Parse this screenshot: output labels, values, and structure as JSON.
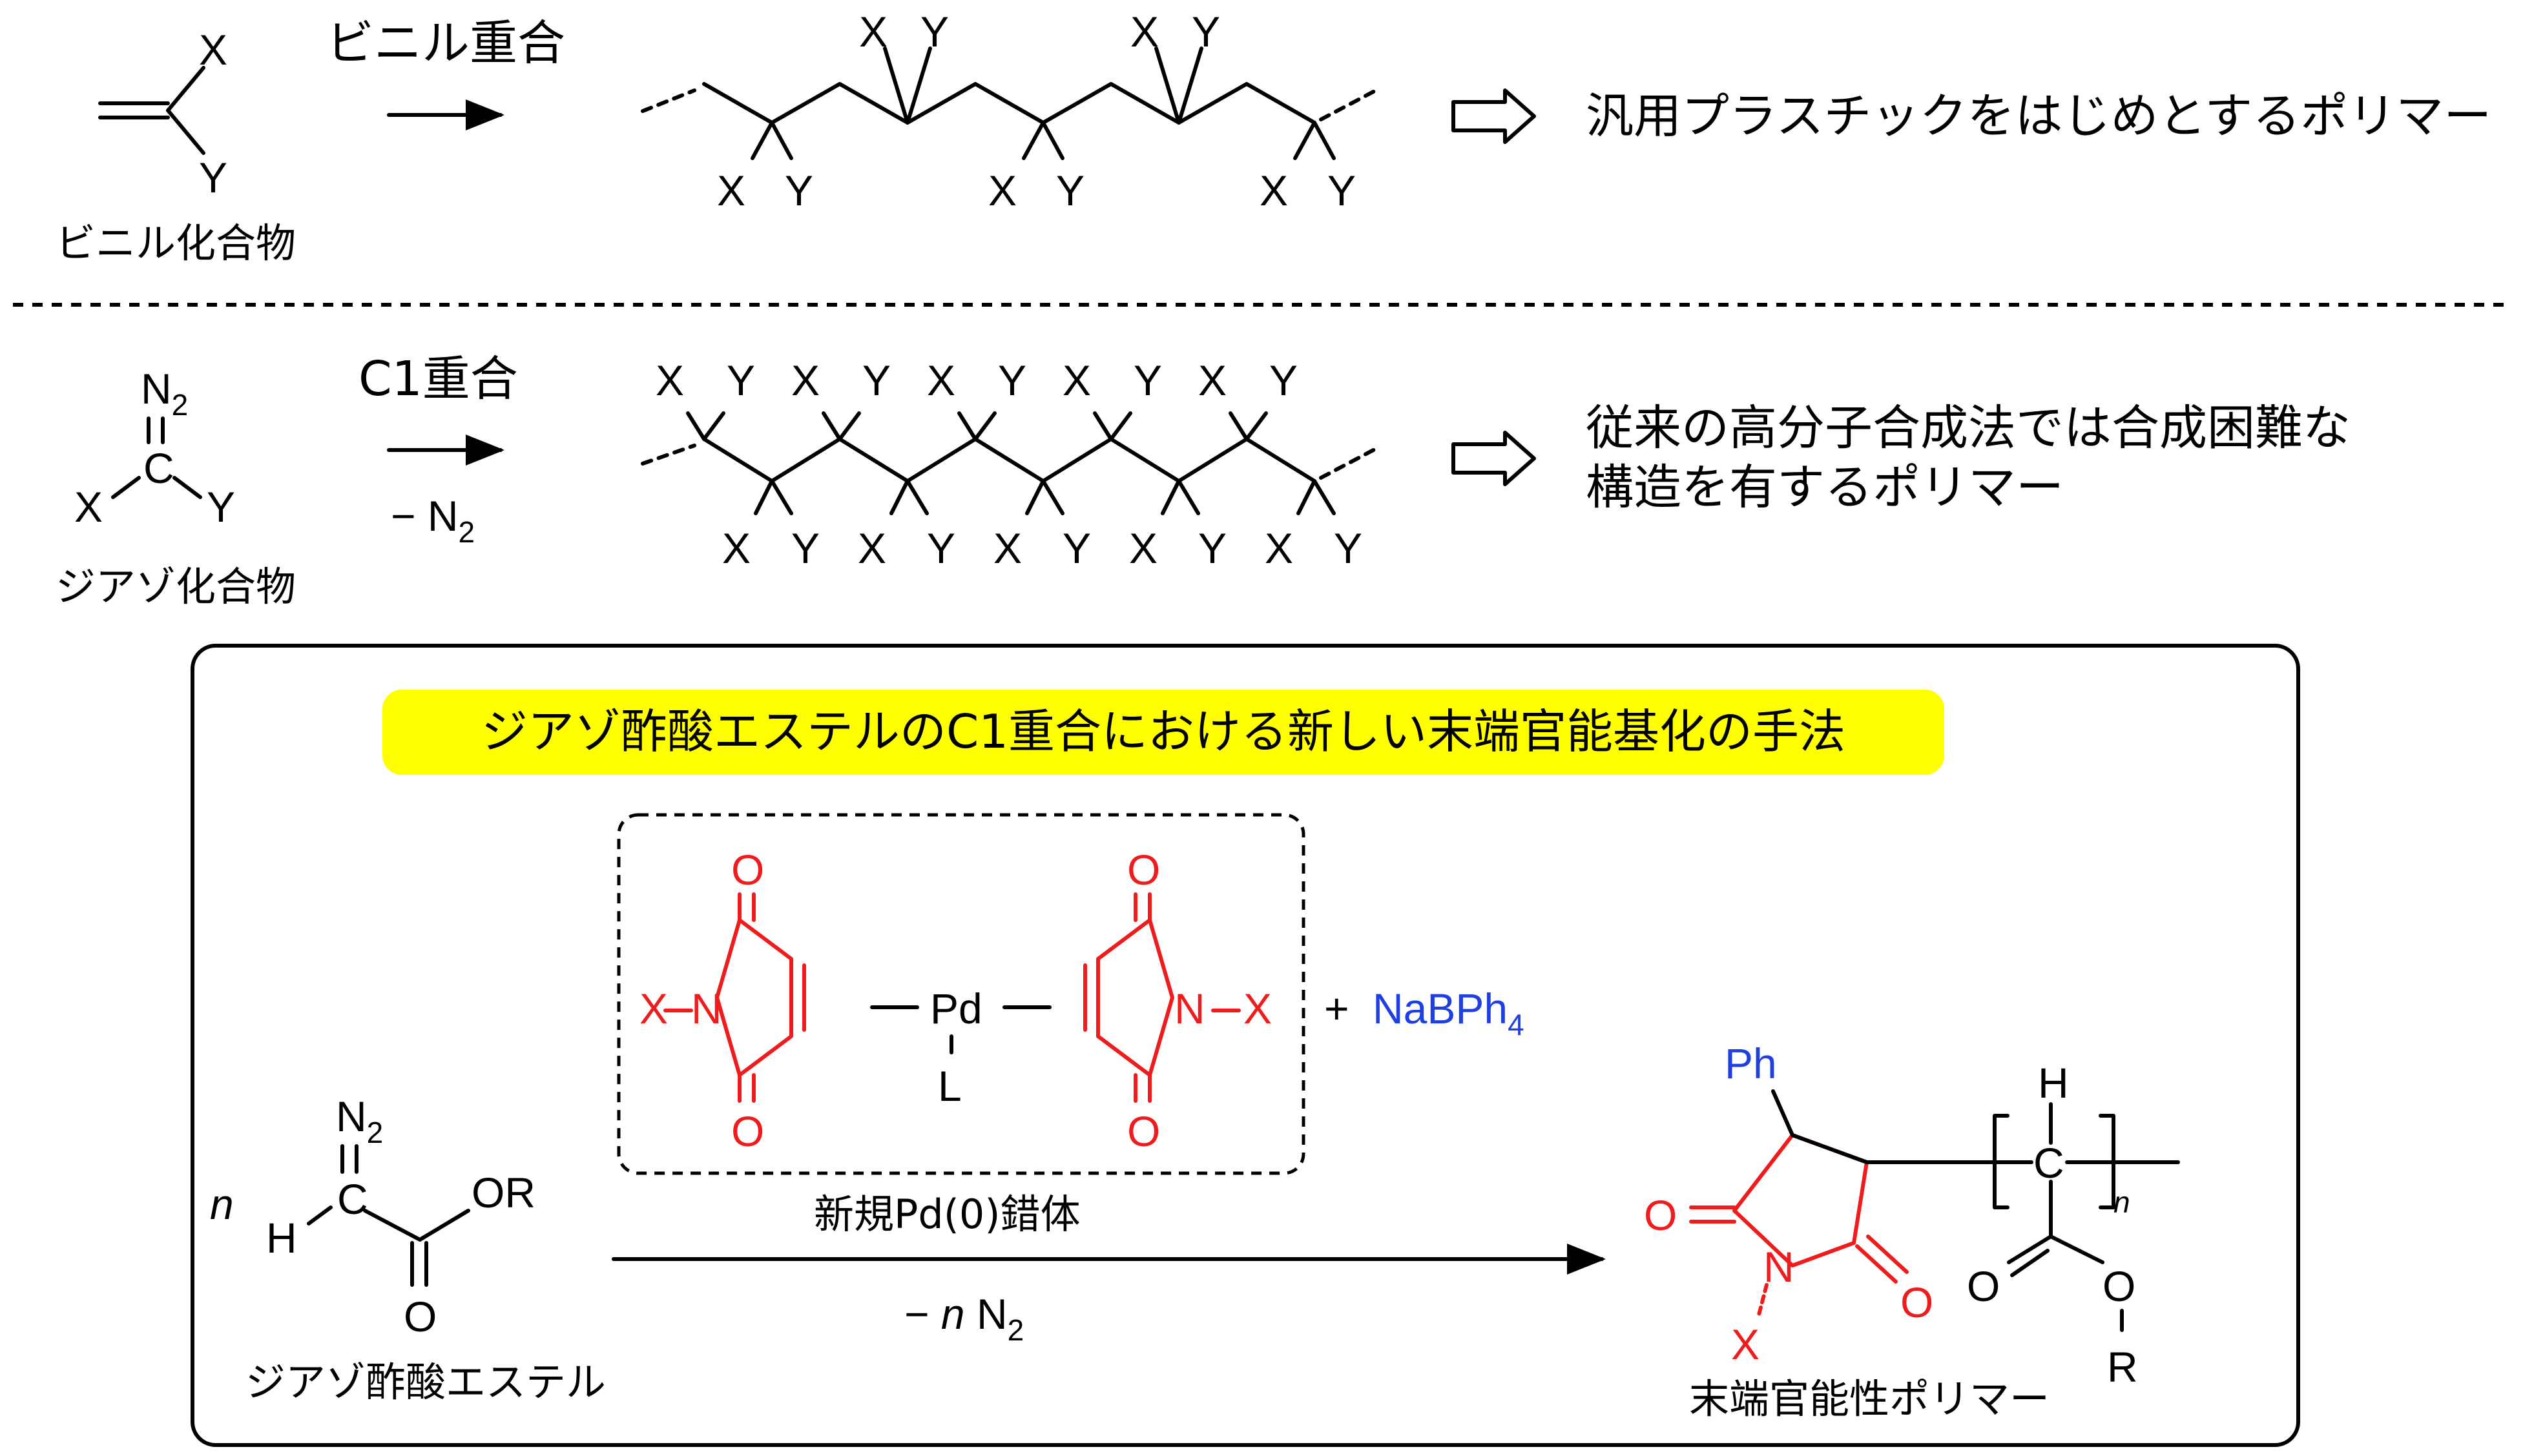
{
  "row1": {
    "reagent_name": "ビニル化合物",
    "reagent_x": "X",
    "reagent_y": "Y",
    "arrow_label": "ビニル重合",
    "polymer_x": "X",
    "polymer_y": "Y",
    "result": "汎用プラスチックをはじめとするポリマー"
  },
  "row2": {
    "reagent_name": "ジアゾ化合物",
    "reagent_n2": "N",
    "reagent_n2_sub": "2",
    "reagent_c": "C",
    "reagent_x": "X",
    "reagent_y": "Y",
    "arrow_label": "C1重合",
    "arrow_sub_label": "− N",
    "arrow_sub_label_sub": "2",
    "polymer_x": "X",
    "polymer_y": "Y",
    "result_line1": "従来の高分子合成法では合成困難な",
    "result_line2": "構造を有するポリマー"
  },
  "box": {
    "title": "ジアゾ酢酸エステルのC1重合における新しい末端官能基化の手法",
    "title_bg": "#ffff00",
    "reactant": {
      "name": "ジアゾ酢酸エステル",
      "n": "n",
      "h": "H",
      "c": "C",
      "n2": "N",
      "n2_sub": "2",
      "or": "OR",
      "o": "O"
    },
    "catalyst": {
      "name": "新規Pd(0)錯体",
      "pd": "Pd",
      "l": "L",
      "o": "O",
      "n": "N",
      "x": "X",
      "additive_plus": "+",
      "additive": "NaBPh",
      "additive_sub": "4"
    },
    "arrow_below": "− ",
    "arrow_below_n": "n",
    "arrow_below_n2": "N",
    "arrow_below_n2_sub": "2",
    "product": {
      "name": "末端官能性ポリマー",
      "ph": "Ph",
      "o": "O",
      "n": "N",
      "x": "X",
      "h": "H",
      "c": "C",
      "r": "R",
      "repeat": "n"
    },
    "colors": {
      "end_group": "#ee1c1c",
      "additive": "#1f3fe0"
    }
  }
}
